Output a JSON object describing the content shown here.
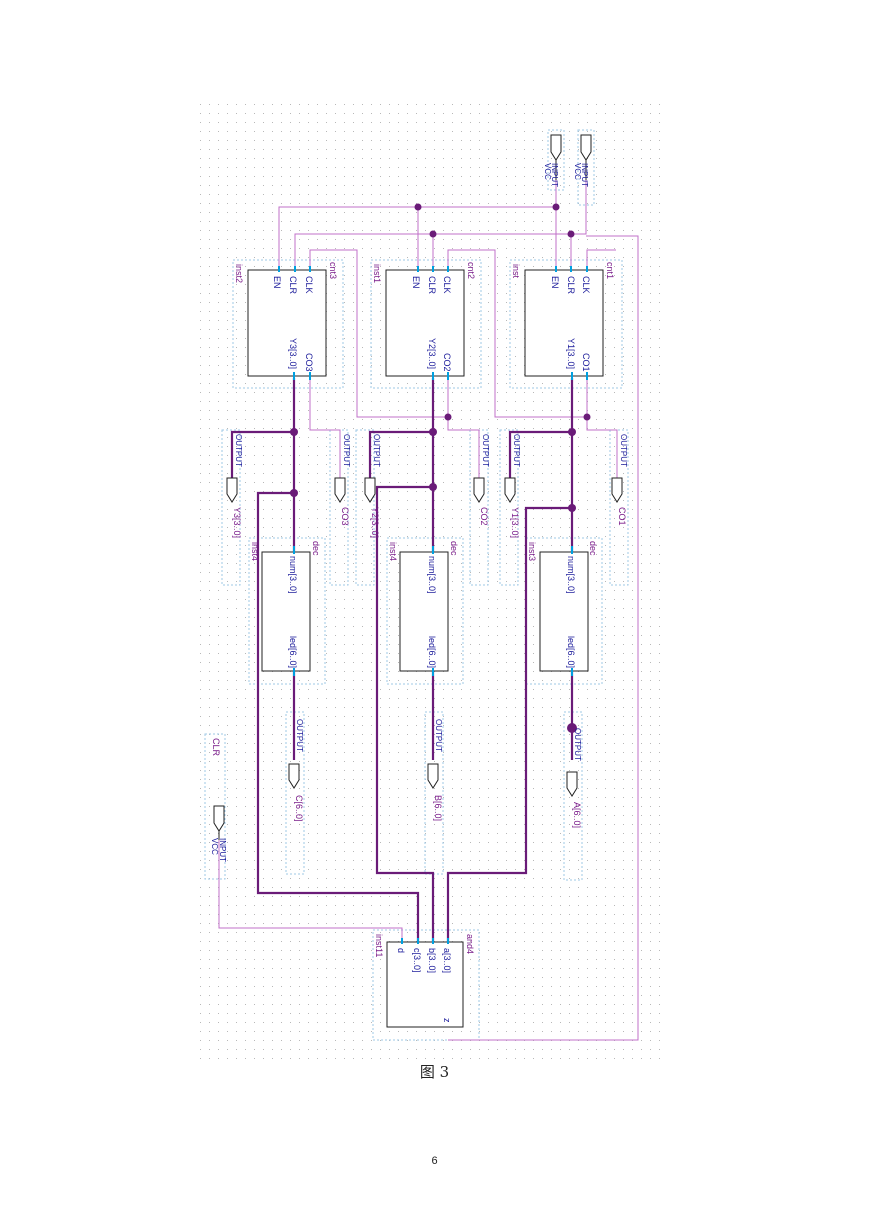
{
  "figure": {
    "caption": "图 3",
    "page_number": "6"
  },
  "colors": {
    "bus": "#6a1b78",
    "wire": "#c070c8",
    "pin": "#00a0e0",
    "label": "#7a1c8a",
    "port_text": "#1a1a9a",
    "block_border": "#222222",
    "grid_dot": "#b8b8b8"
  },
  "inputs": {
    "top_a": {
      "label": "INPUT",
      "sub": "VCC"
    },
    "top_b": {
      "label": "INPUT",
      "sub": "VCC"
    },
    "clr": {
      "name": "CLR",
      "label": "INPUT",
      "sub": "VCC"
    }
  },
  "counters": [
    {
      "inst": "inst2",
      "type": "cnt3",
      "ports": {
        "clk": "CLK",
        "clr": "CLR",
        "en": "EN",
        "y": "Y3[3..0]",
        "co": "CO3"
      }
    },
    {
      "inst": "inst1",
      "type": "cnt2",
      "ports": {
        "clk": "CLK",
        "clr": "CLR",
        "en": "EN",
        "y": "Y2[3..0]",
        "co": "CO2"
      }
    },
    {
      "inst": "inst",
      "type": "cnt1",
      "ports": {
        "clk": "CLK",
        "clr": "CLR",
        "en": "EN",
        "y": "Y1[3..0]",
        "co": "CO1"
      }
    }
  ],
  "outputs_upper": [
    {
      "label": "OUTPUT",
      "name": "Y3[3..0]"
    },
    {
      "label": "OUTPUT",
      "name": "CO3"
    },
    {
      "label": "OUTPUT",
      "name": "Y2[3..0]"
    },
    {
      "label": "OUTPUT",
      "name": "CO2"
    },
    {
      "label": "OUTPUT",
      "name": "Y1[3..0]"
    },
    {
      "label": "OUTPUT",
      "name": "CO1"
    }
  ],
  "decoders": [
    {
      "inst": "inst4",
      "type": "dec",
      "in": "num[3..0]",
      "out": "led[6..0]"
    },
    {
      "inst": "inst4",
      "type": "dec",
      "in": "num[3..0]",
      "out": "led[6..0]"
    },
    {
      "inst": "inst3",
      "type": "dec",
      "in": "num[3..0]",
      "out": "led[6..0]"
    }
  ],
  "outputs_lower": [
    {
      "label": "OUTPUT",
      "name": "C[6..0]"
    },
    {
      "label": "OUTPUT",
      "name": "B[6..0]"
    },
    {
      "label": "OUTPUT",
      "name": "A[6..0]"
    }
  ],
  "and_gate": {
    "inst": "inst11",
    "type": "and4",
    "ports": {
      "d": "d",
      "c": "c[3..0]",
      "b": "b[3..0]",
      "a": "a[3..0]",
      "z": "z"
    }
  }
}
